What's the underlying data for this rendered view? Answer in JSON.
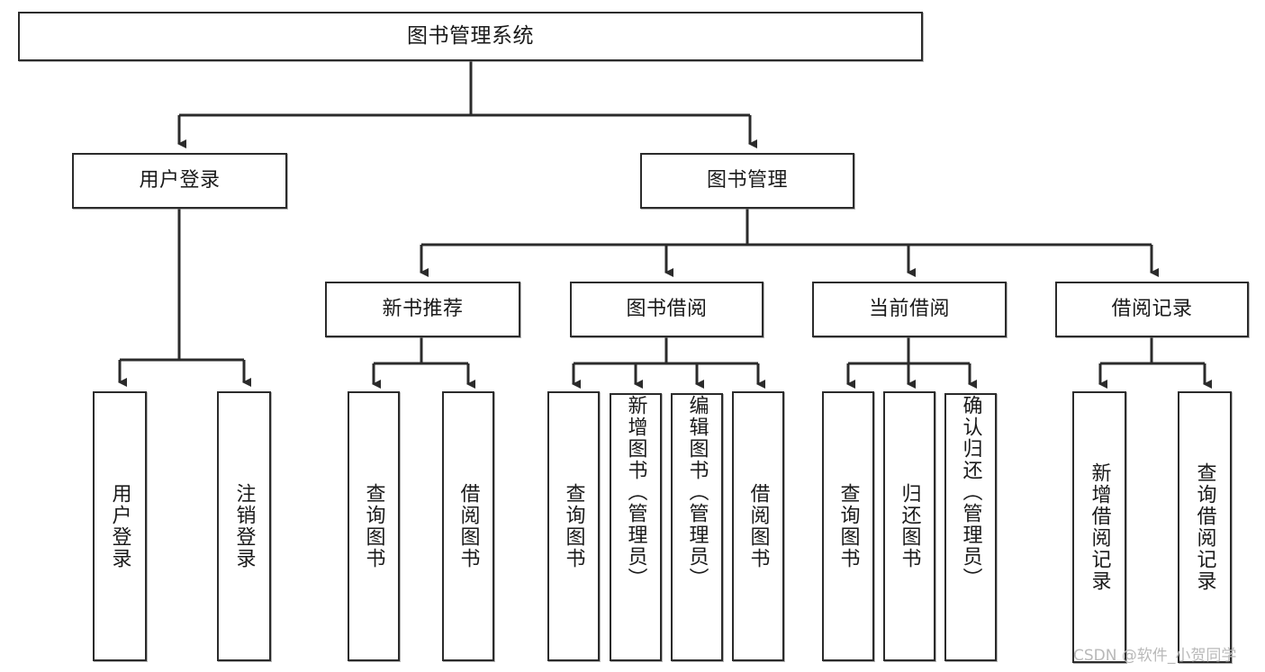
{
  "diagram": {
    "title": "图书管理系统",
    "type": "tree",
    "watermark": "CSDN @软件_小贺同学",
    "colors": {
      "border": "#2b2b2b",
      "fill": "#ffffff",
      "text": "#1a1a1a",
      "connector": "#2b2b2b",
      "watermark": "#b9b9b9"
    },
    "nodes": {
      "root": {
        "label": "图书管理系统"
      },
      "level2": [
        {
          "label": "用户登录"
        },
        {
          "label": "图书管理"
        }
      ],
      "level3": [
        {
          "label": "新书推荐"
        },
        {
          "label": "图书借阅"
        },
        {
          "label": "当前借阅"
        },
        {
          "label": "借阅记录"
        }
      ],
      "leaves": {
        "user_login": [
          {
            "label": "用户登录"
          },
          {
            "label": "注销登录"
          }
        ],
        "new_book": [
          {
            "label": "查询图书"
          },
          {
            "label": "借阅图书"
          }
        ],
        "book_borrow": [
          {
            "label": "查询图书"
          },
          {
            "label": "新增图书（管理员）"
          },
          {
            "label": "编辑图书（管理员）"
          },
          {
            "label": "借阅图书"
          }
        ],
        "current_borrow": [
          {
            "label": "查询图书"
          },
          {
            "label": "归还图书"
          },
          {
            "label": "确认归还（管理员）"
          }
        ],
        "borrow_record": [
          {
            "label": "新增借阅记录"
          },
          {
            "label": "查询借阅记录"
          }
        ]
      }
    }
  }
}
